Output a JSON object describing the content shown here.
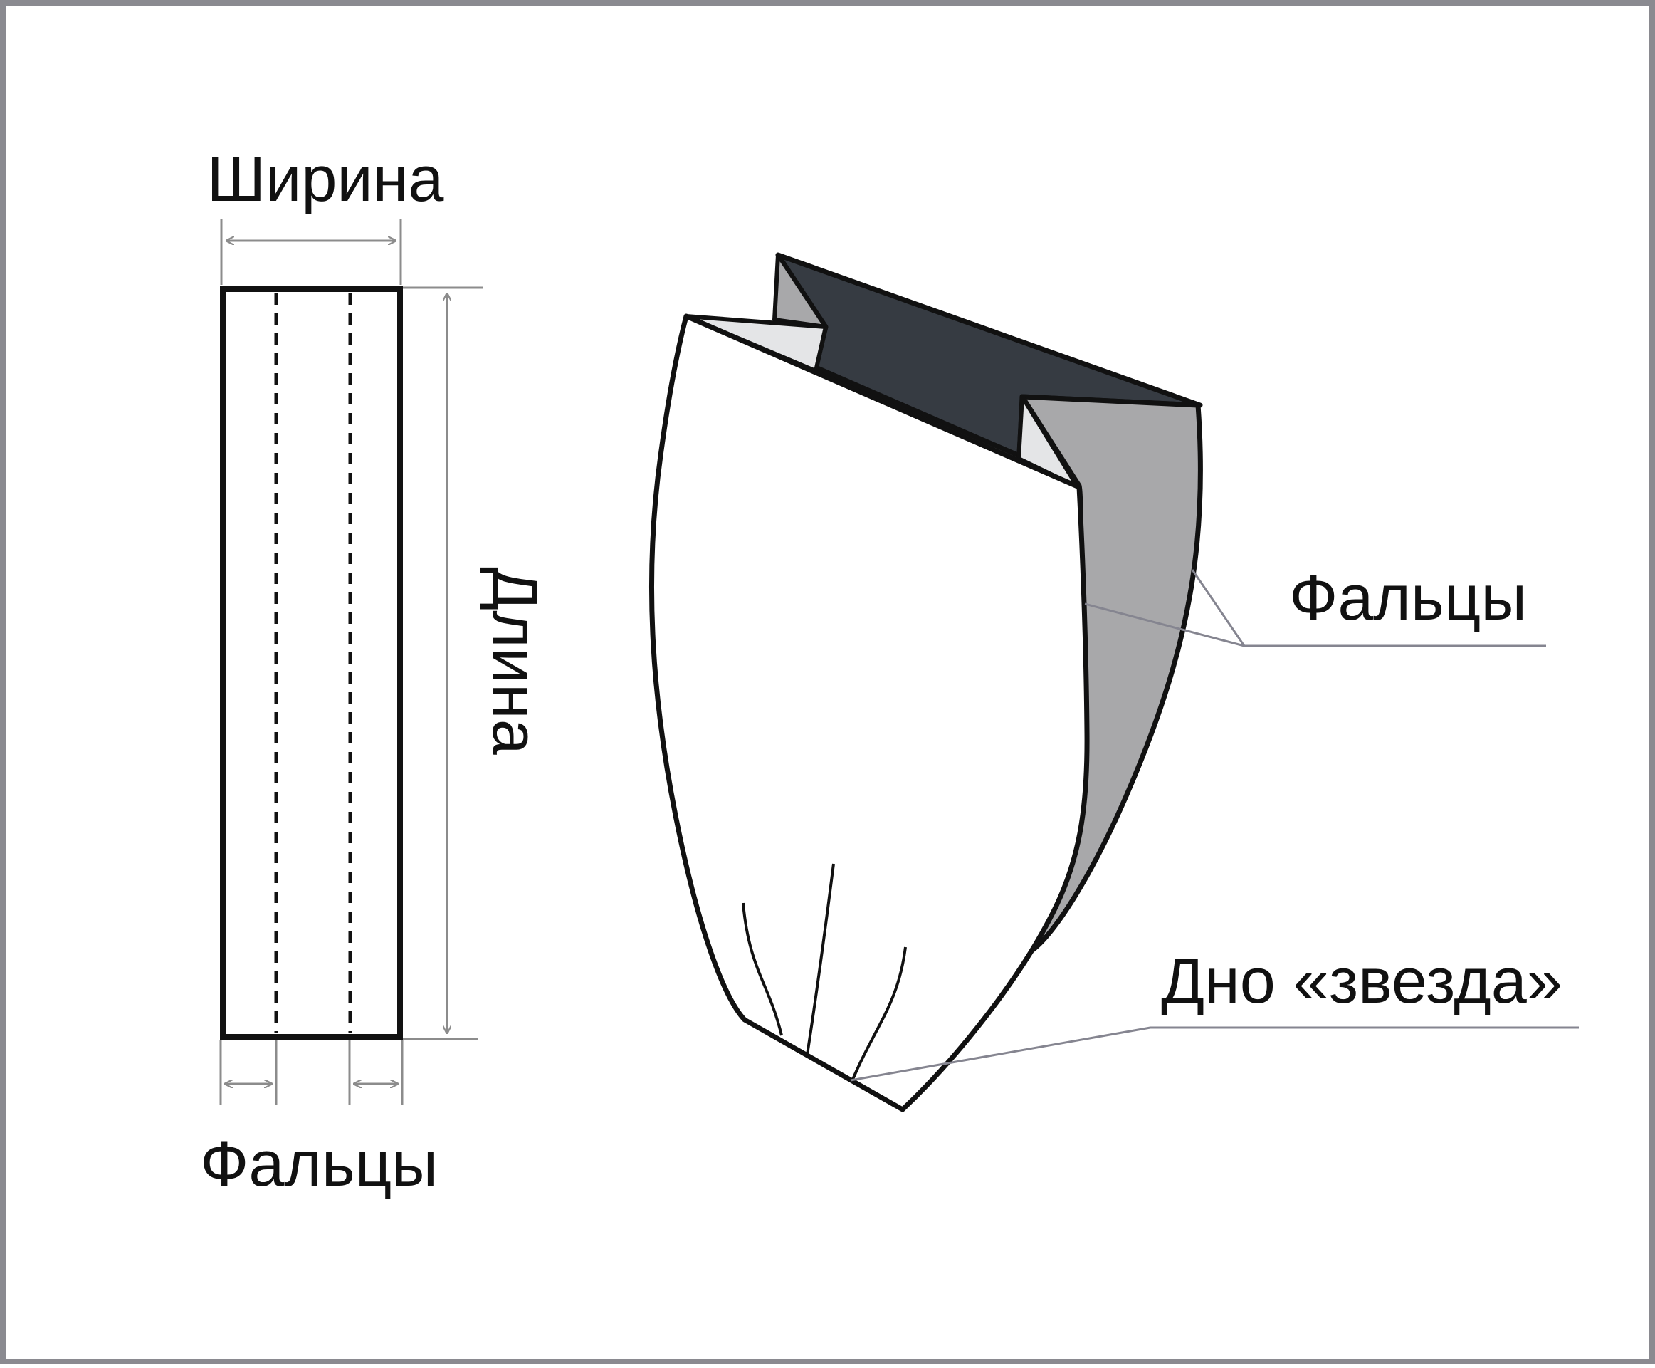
{
  "labels": {
    "width": "Ширина",
    "length": "Длина",
    "folds_left": "Фальцы",
    "folds_right": "Фальцы",
    "bottom": "Дно «звезда»"
  },
  "colors": {
    "frame": "#8a8a90",
    "outline": "#111111",
    "dimension": "#8c8c8c",
    "leader": "#858590",
    "dark_panel": "#363b42",
    "gray_panel": "#a8a8aa",
    "light_panel": "#e4e5e7",
    "paper": "#ffffff"
  }
}
